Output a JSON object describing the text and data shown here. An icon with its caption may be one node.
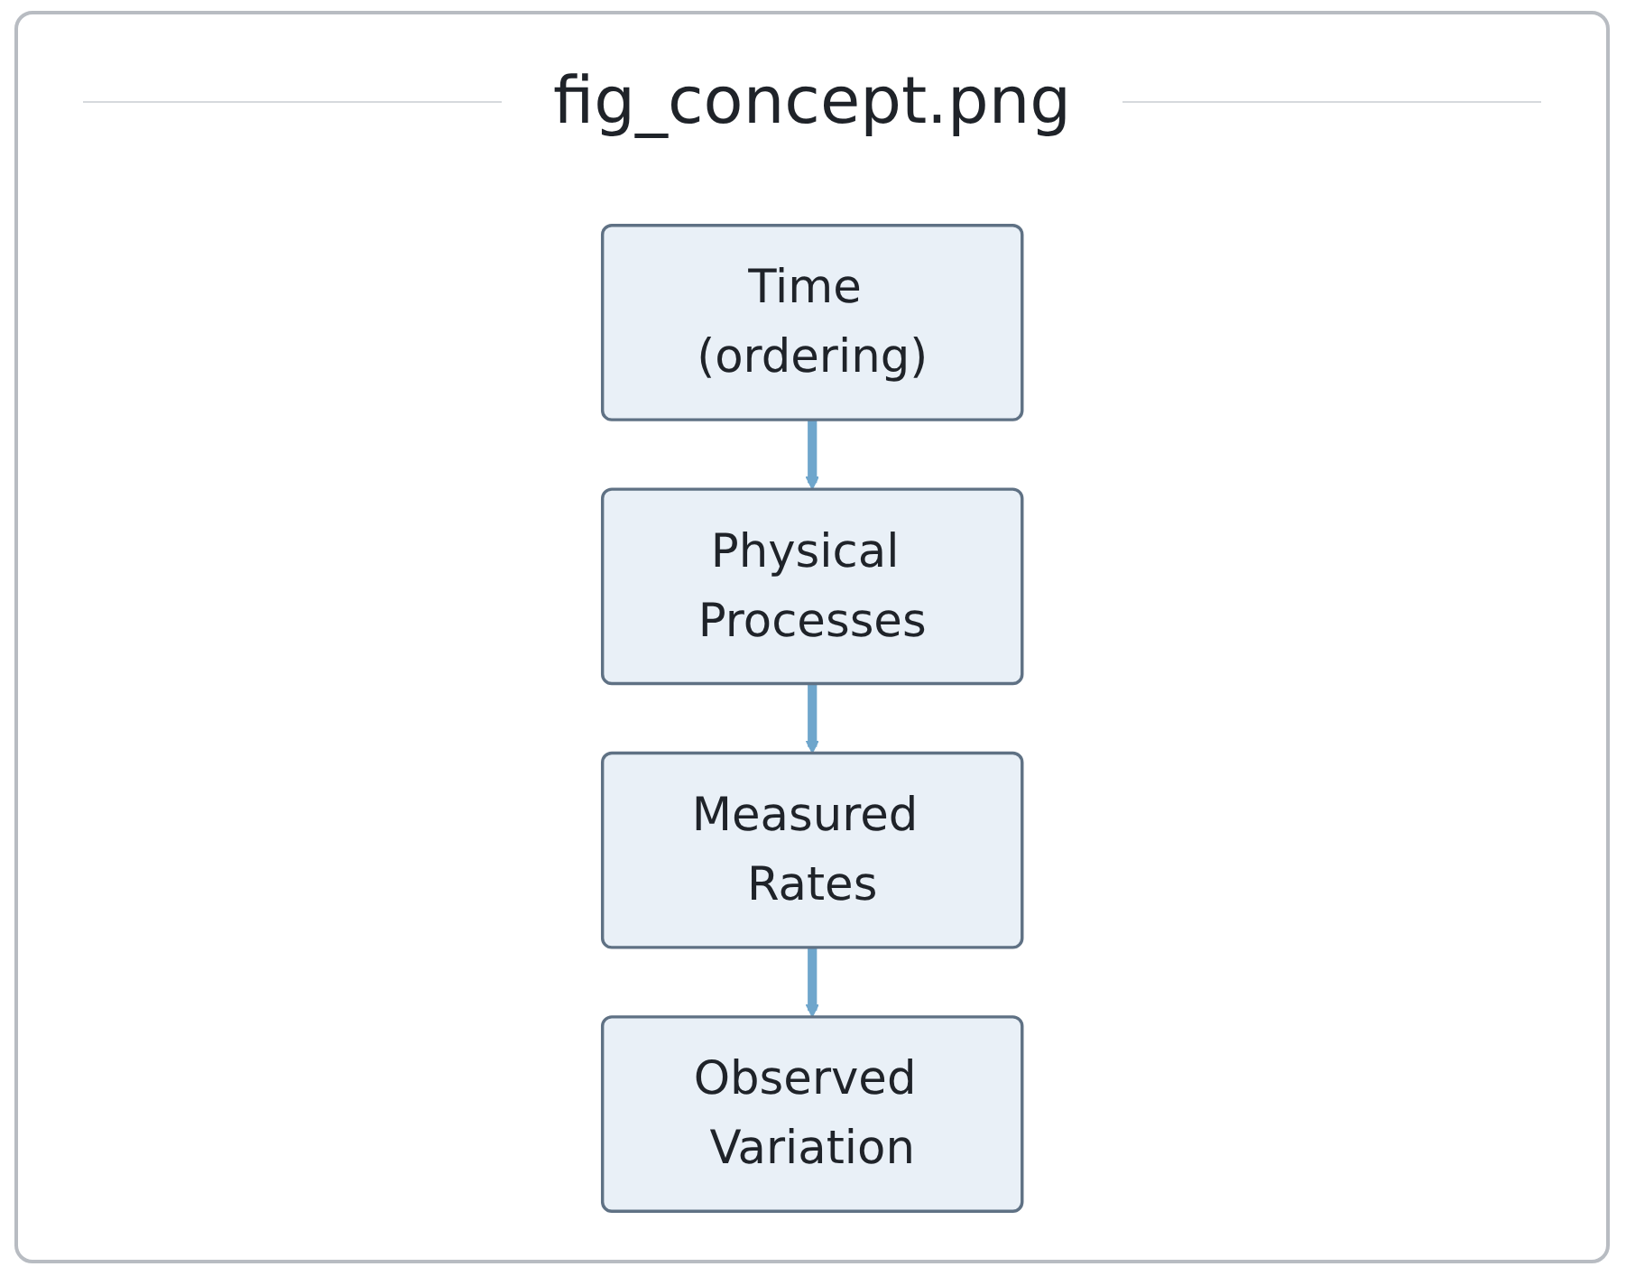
{
  "diagram": {
    "title": "fig_concept.png",
    "nodes": [
      {
        "text": [
          "Time (ordering)"
        ]
      },
      {
        "text": [
          "Physical Processes"
        ]
      },
      {
        "text": [
          "Measured Rates"
        ]
      },
      {
        "text": [
          "Observed Variation"
        ]
      }
    ],
    "edges": [
      {
        "from": 0,
        "to": 1,
        "arrow": "to"
      },
      {
        "from": 1,
        "to": 2,
        "arrow": "to"
      },
      {
        "from": 2,
        "to": 3,
        "arrow": "to"
      }
    ]
  }
}
